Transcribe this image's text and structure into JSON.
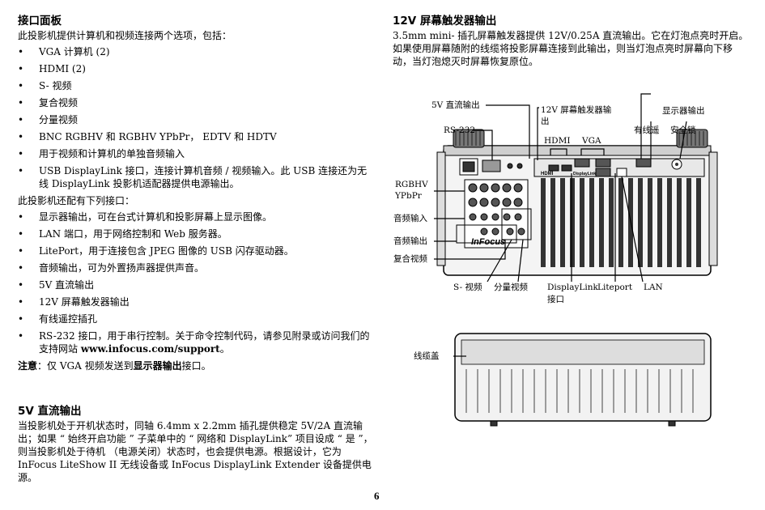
{
  "left": {
    "title": "接口面板",
    "intro": "此投影机提供计算机和视频连接两个选项，包括：",
    "inputs": [
      "VGA 计算机 (2)",
      "HDMI (2)",
      "S- 视频",
      "复合视频",
      "分量视频",
      "BNC RGBHV 和 RGBHV YPbPr， EDTV 和 HDTV",
      "用于视频和计算机的单独音频输入",
      "USB DisplayLink 接口，连接计算机音频 / 视频输入。此 USB 连接还为无线 DisplayLink 投影机适配器提供电源输出。"
    ],
    "also_intro": "此投影机还配有下列接口：",
    "outputs": [
      "显示器输出，可在台式计算机和投影屏幕上显示图像。",
      "LAN 端口，用于网络控制和 Web 服务器。",
      "LitePort，用于连接包含 JPEG 图像的 USB 闪存驱动器。",
      "音频输出，可为外置扬声器提供声音。",
      "5V 直流输出",
      "12V 屏幕触发器输出",
      "有线遥控插孔",
      "RS-232 接口，用于串行控制。关于命令控制代码，请参见附录或访问我们的支持网站 "
    ],
    "rs232_link": "www.infocus.com/support",
    "rs232_tail": "。",
    "note_label": "注意",
    "note_text_1": "：仅 VGA 视频发送到",
    "note_bold": "显示器输出",
    "note_text_2": "接口。"
  },
  "dc5v": {
    "title": "5V 直流输出",
    "text": "当投影机处于开机状态时，同轴 6.4mm x 2.2mm 插孔提供稳定 5V/2A 直流输出；如果 “ 始终开启功能 ” 子菜单中的 “ 网络和 DisplayLink” 项目设成 “ 是 ”，则当投影机处于待机 （电源关闭）状态时，也会提供电源。根据设计，它为 InFocus LiteShow II 无线设备或 InFocus DisplayLink Extender 设备提供电源。"
  },
  "right": {
    "title": "12V 屏幕触发器输出",
    "text": "3.5mm mini- 插孔屏幕触发器提供 12V/0.25A 直流输出。它在灯泡点亮时开启。如果使用屏幕随附的线缆将投影屏幕连接到此输出，则当灯泡点亮时屏幕向下移动，当灯泡熄灭时屏幕恢复原位。"
  },
  "callouts": {
    "dc5v_out": "5V 直流输出",
    "rs232": "RS-232",
    "trigger": "12V 屏幕触发器输",
    "trigger2": "出",
    "monitor_out": "显示器输出",
    "wired_remote": "有线遥",
    "security_lock": "安全锁",
    "hdmi": "HDMI",
    "vga": "VGA",
    "rgbhv": "RGBHV",
    "ypbpr": "YPbPr",
    "audio_in": "音频输入",
    "audio_out": "音频输出",
    "composite": "复合视频",
    "svideo": "S- 视频",
    "component": "分量视频",
    "displaylink": "DisplayLink",
    "displaylink2": "接口",
    "liteport": "Liteport",
    "lan": "LAN",
    "cable_cover": "线缆盖"
  },
  "panel_text": {
    "brand": "InFocus",
    "hdmi_mark": "HDMI",
    "displaylink_mark": "DisplayLink"
  },
  "page_number": "6"
}
